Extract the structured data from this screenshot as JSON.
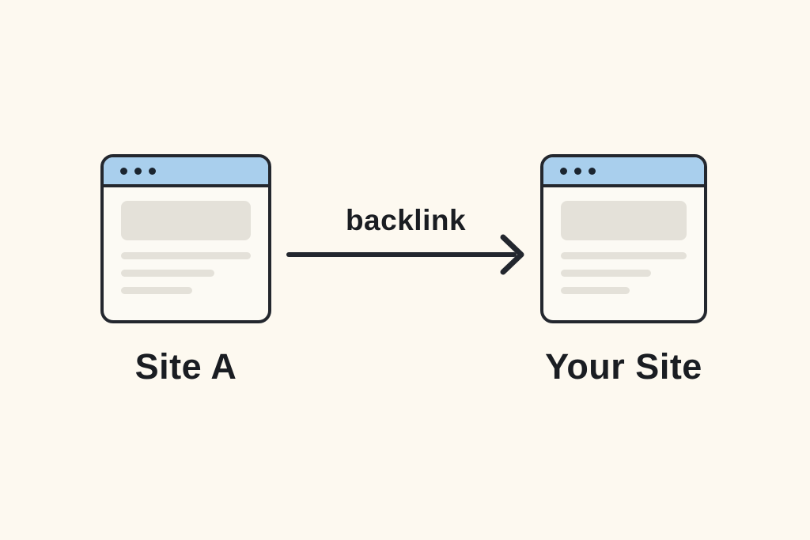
{
  "diagram": {
    "type": "concept-illustration",
    "topic": "backlink between two websites"
  },
  "colors": {
    "background": "#fdf9f0",
    "window_border": "#23272e",
    "titlebar_blue": "#a9cfed",
    "titlebar_dot": "#1b2530",
    "placeholder_gray": "#e4e1d9",
    "window_body": "#fcfaf4",
    "text": "#1a1d22"
  },
  "windows": [
    {
      "id": "site-a",
      "label": "Site A",
      "dots": 3,
      "placeholder_lines": 3,
      "has_content_block": true
    },
    {
      "id": "your-site",
      "label": "Your Site",
      "dots": 3,
      "placeholder_lines": 3,
      "has_content_block": true
    }
  ],
  "arrow": {
    "label": "backlink",
    "direction": "left-to-right",
    "from": "Site A",
    "to": "Your Site"
  }
}
